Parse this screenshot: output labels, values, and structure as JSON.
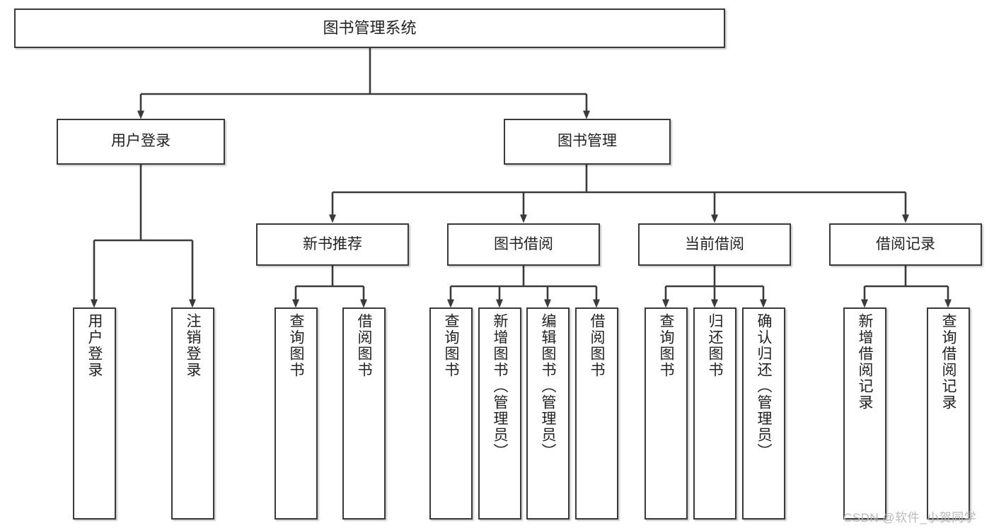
{
  "diagram": {
    "title": "图书管理系统",
    "type": "tree-hierarchy-chart",
    "root": {
      "label": "图书管理系统"
    },
    "level2": [
      {
        "label": "用户登录"
      },
      {
        "label": "图书管理"
      }
    ],
    "level3": [
      {
        "label": "新书推荐"
      },
      {
        "label": "图书借阅"
      },
      {
        "label": "当前借阅"
      },
      {
        "label": "借阅记录"
      }
    ],
    "leaves": {
      "user_login": [
        {
          "label": "用户登录"
        },
        {
          "label": "注销登录"
        }
      ],
      "new_book_recommend": [
        {
          "label": "查询图书"
        },
        {
          "label": "借阅图书"
        }
      ],
      "book_borrow": [
        {
          "label": "查询图书"
        },
        {
          "label": "新增图书（管理员）"
        },
        {
          "label": "编辑图书（管理员）"
        },
        {
          "label": "借阅图书"
        }
      ],
      "current_borrow": [
        {
          "label": "查询图书"
        },
        {
          "label": "归还图书"
        },
        {
          "label": "确认归还（管理员）"
        }
      ],
      "borrow_record": [
        {
          "label": "新增借阅记录"
        },
        {
          "label": "查询借阅记录"
        }
      ]
    }
  },
  "watermark": {
    "text": "CSDN @软件_小贺同学"
  },
  "colors": {
    "border": "#3a3a3a",
    "background": "#ffffff",
    "text": "#222222",
    "watermark": "#b9b9b9"
  }
}
